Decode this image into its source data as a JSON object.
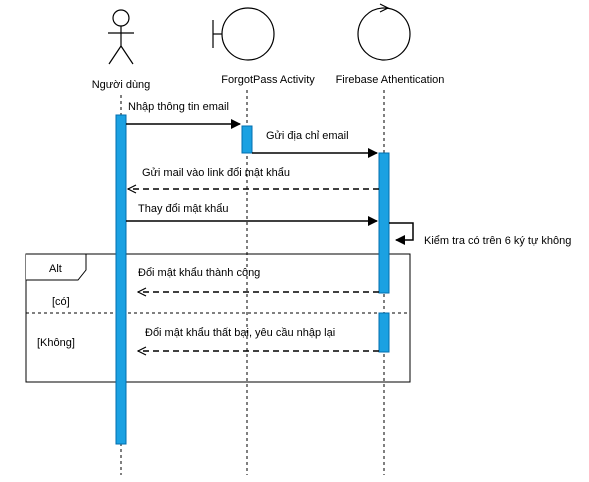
{
  "participants": {
    "user": {
      "label": "Người dùng",
      "icon": "actor-icon"
    },
    "forgot": {
      "label": "ForgotPass Activity",
      "icon": "boundary-icon"
    },
    "firebase": {
      "label": "Firebase Athentication",
      "icon": "control-icon"
    }
  },
  "messages": {
    "m1": "Nhập thông tin email",
    "m2": "Gửi địa chỉ email",
    "m3": "Gửi mail vào link đổi mật khẩu",
    "m4": "Thay đổi mật khẩu",
    "m5": "Kiểm tra có trên 6 ký tự không",
    "m6": "Đổi mật khẩu thành công",
    "m7": "Đổi mật khẩu thất bại, yêu cầu nhập lại"
  },
  "fragment": {
    "operator": "Alt",
    "guard1": "[có]",
    "guard2": "[Không]"
  },
  "colors": {
    "activation_fill": "#1ba1e2",
    "activation_stroke": "#006eaf",
    "line": "#000000"
  }
}
